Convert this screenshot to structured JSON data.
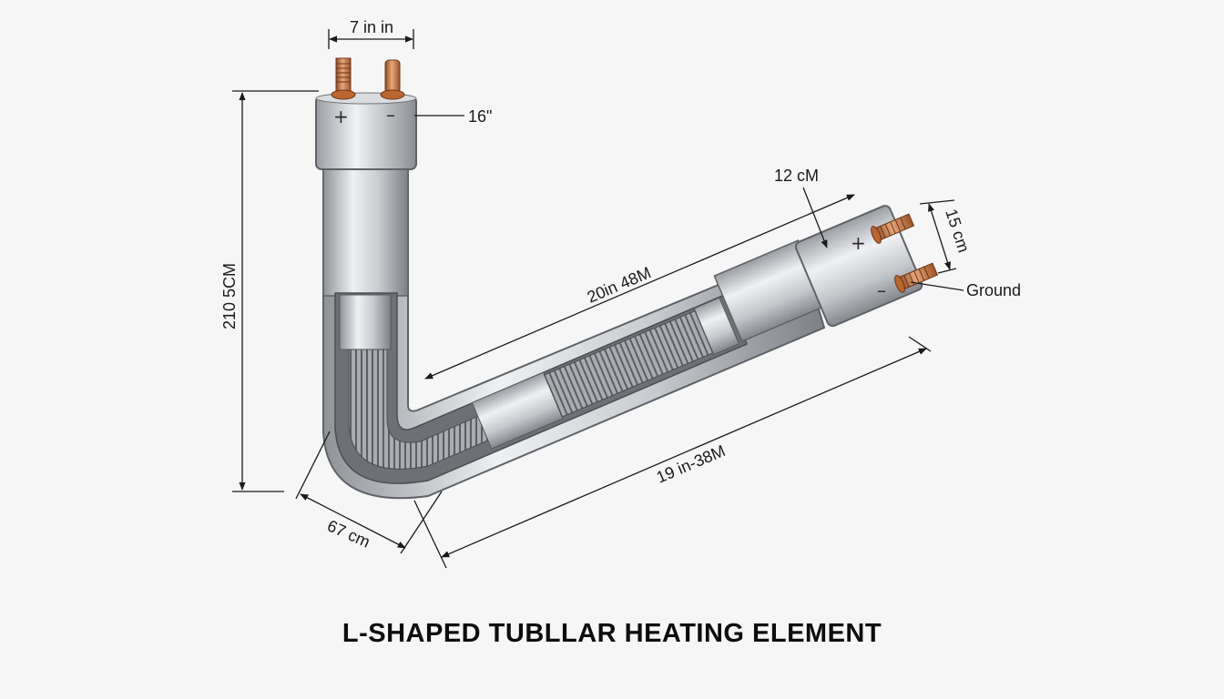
{
  "title": "L-SHAPED TUBLLAR HEATING ELEMENT",
  "dimensions": {
    "top_width": "7 in in",
    "cap_height": "16\"",
    "vertical_height": "210 5CM",
    "bend_radius": "67 cm",
    "upper_length": "20in 48M",
    "lower_length": "19 in-38M",
    "right_cap": "12 cM",
    "terminal_spacing": "15 cm"
  },
  "labels": {
    "ground": "Ground",
    "plus": "+",
    "minus": "–"
  },
  "colors": {
    "background": "#f6f6f6",
    "metal_dark": "#8f9398",
    "metal_light": "#eef0f2",
    "copper": "#c77745",
    "line": "#1a1a1a"
  }
}
